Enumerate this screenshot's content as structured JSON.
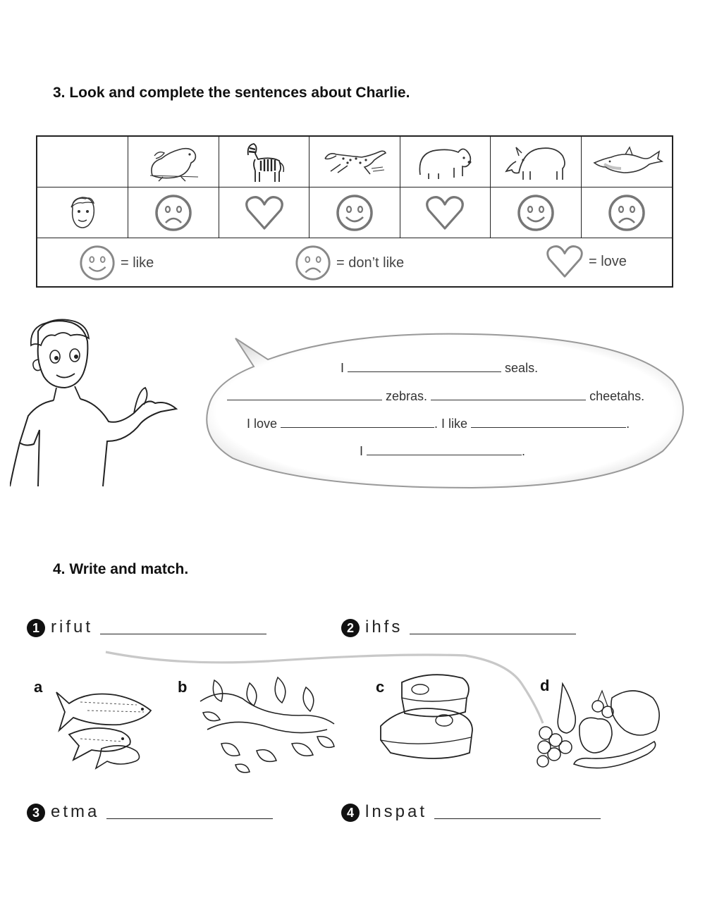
{
  "section3": {
    "heading": "3.  Look and complete the sentences about Charlie.",
    "animals": [
      "seal",
      "zebra",
      "cheetah",
      "bear",
      "rhino",
      "dolphin"
    ],
    "faces": [
      "sad",
      "heart",
      "smile",
      "heart",
      "smile",
      "sad"
    ],
    "legend": {
      "like": "= like",
      "dont_like": "= don’t like",
      "love": "= love"
    },
    "bubble": {
      "line1_start": "I",
      "line1_end": "seals.",
      "line2_mid": "zebras.",
      "line2_end": "cheetahs.",
      "line3_start": "I love",
      "line3_mid": ". I like",
      "line3_end": ".",
      "line4_start": "I",
      "line4_end": "."
    }
  },
  "section4": {
    "heading": "4.  Write and match.",
    "words": [
      {
        "num": "1",
        "letters": "rifut"
      },
      {
        "num": "2",
        "letters": "ihfs"
      },
      {
        "num": "3",
        "letters": "etma"
      },
      {
        "num": "4",
        "letters": "lnspat"
      }
    ],
    "pictures": [
      {
        "letter": "a",
        "label": "fish"
      },
      {
        "letter": "b",
        "label": "plants"
      },
      {
        "letter": "c",
        "label": "meat"
      },
      {
        "letter": "d",
        "label": "fruit"
      }
    ]
  }
}
